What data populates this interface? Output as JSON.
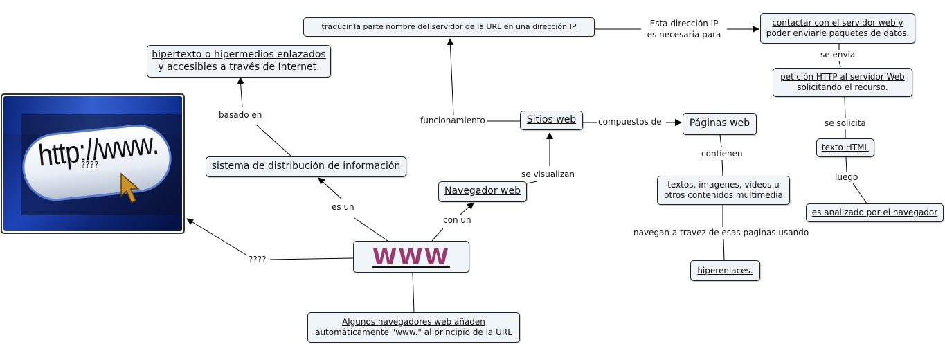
{
  "nodes": {
    "www": "WWW",
    "traducir": "traducir la parte nombre del servidor de la URL en una dirección IP",
    "hipertexto": "hipertexto o hipermedios enlazados\ny accesibles a través de Internet.",
    "contactar": "contactar con el servidor web y\npoder enviarle paquetes de datos.",
    "peticion": "petición HTTP al servidor Web\nsolicitando el recurso.",
    "sitios_web": "Sitios web",
    "paginas_web": "Páginas web",
    "sistema": "sistema de distribución de información",
    "texto_html": "texto HTML",
    "textos": "textos, imagenes, videos u\notros contenidos multimedia",
    "navegador": "Navegador web",
    "analizado": "es analizado por el navegador",
    "hiperenlaces": " hiperenlaces.",
    "algunos": "Algunos navegadores web añaden\nautomáticamente \"www.\" al principio de la URL"
  },
  "links": {
    "esta_direccion": "Esta dirección IP\nes necesaria para",
    "se_envia": "se envia",
    "basado_en": "basado en",
    "funcionamiento": "funcionamiento",
    "compuestos_de": "compuestos de",
    "se_solicita": "se solicita",
    "contienen": "contienen",
    "luego": "luego",
    "se_visualizan": "se visualizan",
    "es_un": "es un",
    "con_un": "con un",
    "navegan": "navegan a travez de esas paginas usando",
    "unknown": "????"
  },
  "picture": {
    "url_text": "http://www.",
    "overlay": "????"
  },
  "colors": {
    "node_fill": "#eef4f8",
    "www_text": "#9b3a6e"
  }
}
